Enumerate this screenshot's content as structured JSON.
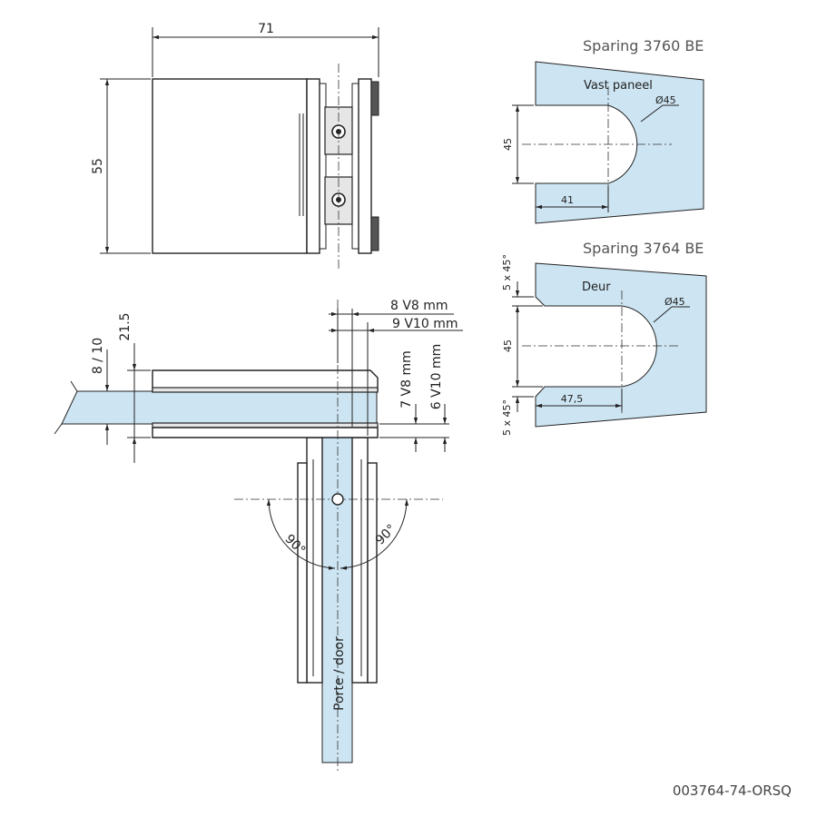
{
  "top_view": {
    "width_label": "71",
    "height_label": "55"
  },
  "front_view": {
    "label_8_10": "8 / 10",
    "label_21_5": "21.5",
    "label_8_v8": "8 V8 mm",
    "label_9_v10": "9 V10 mm",
    "label_7_v8": "7 V8 mm",
    "label_6_v10": "6 V10 mm",
    "angle_left": "90°",
    "angle_right": "90°",
    "door_label": "Porte / door"
  },
  "cutout_3760": {
    "title": "Sparing 3760 BE",
    "panel_label": "Vast paneel",
    "diameter": "Ø45",
    "height": "45",
    "depth": "41"
  },
  "cutout_3764": {
    "title": "Sparing 3764 BE",
    "panel_label": "Deur",
    "diameter": "Ø45",
    "height": "45",
    "depth": "47,5",
    "chamfer_top": "5 x 45°",
    "chamfer_bottom": "5 x 45°"
  },
  "footer": {
    "code": "003764-74-ORSQ"
  },
  "colors": {
    "glass": "#cde5f3",
    "line": "#222222"
  }
}
